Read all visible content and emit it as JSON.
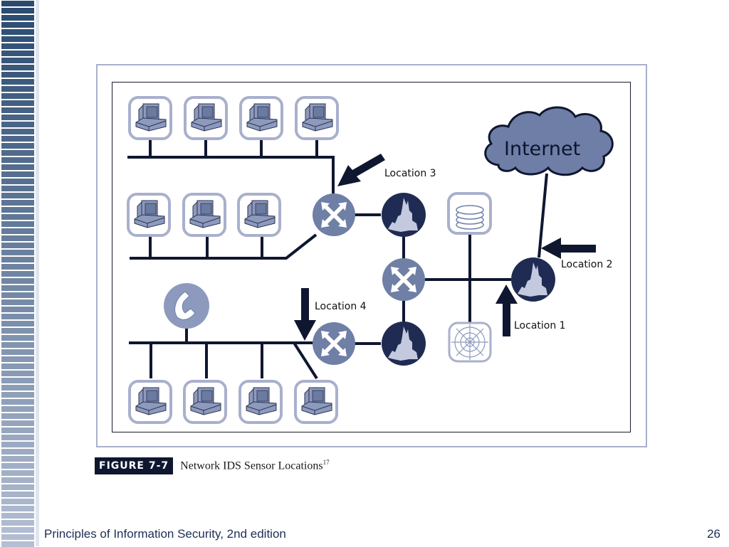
{
  "slide": {
    "footer_title": "Principles of Information Security, 2nd edition",
    "page_number": "26"
  },
  "figure": {
    "badge": "FIGURE 7-7",
    "title": "Network IDS Sensor Locations",
    "footnote": "17"
  },
  "diagram": {
    "internet_label": "Internet",
    "sensor_locations": [
      {
        "label": "Location 1"
      },
      {
        "label": "Location 2"
      },
      {
        "label": "Location 3"
      },
      {
        "label": "Location 4"
      }
    ],
    "nodes": {
      "workstations_top_row": 4,
      "workstations_middle_row": 3,
      "workstations_bottom_row": 4,
      "routers": 3,
      "firewalls": 3,
      "database_servers": 1,
      "web_servers": 1,
      "telephones": 1,
      "clouds": 1
    },
    "colors": {
      "line": "#0f1730",
      "node_light": "#6f7fa6",
      "node_dark": "#1f2b52",
      "cloud_fill": "#6e7ea6",
      "frame": "#a9b0cc"
    }
  }
}
